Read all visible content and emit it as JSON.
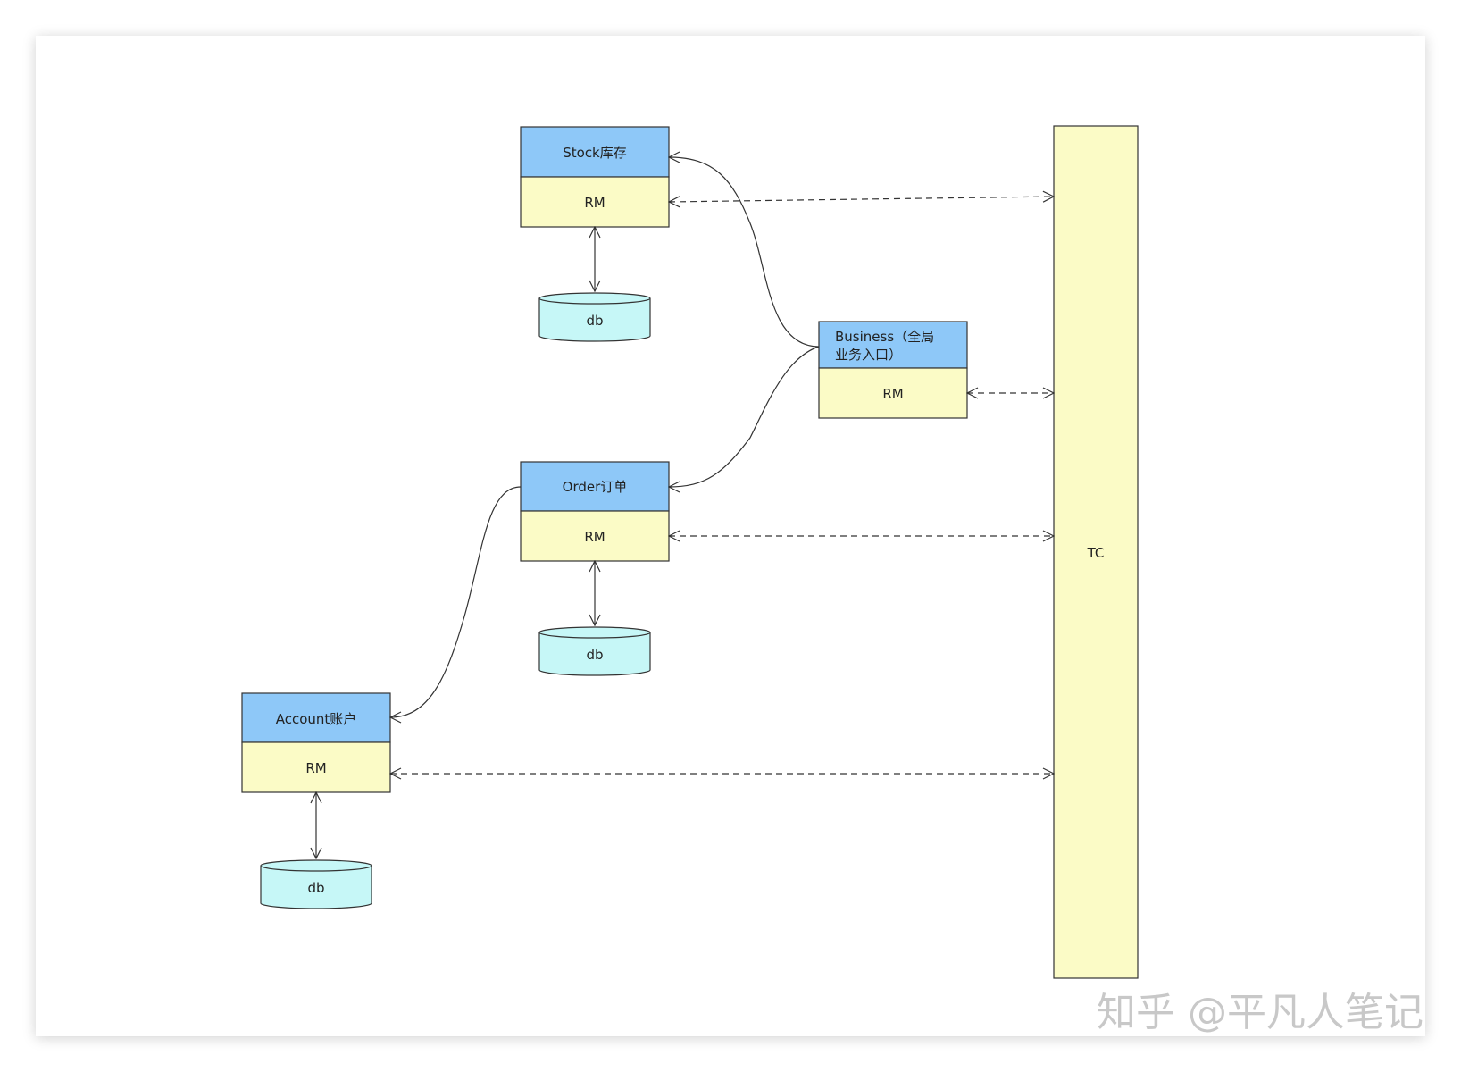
{
  "components": {
    "stock": {
      "title": "Stock库存",
      "rm": "RM"
    },
    "business": {
      "title_line1": "Business（全局",
      "title_line2": "业务入口）",
      "rm": "RM"
    },
    "order": {
      "title": "Order订单",
      "rm": "RM"
    },
    "account": {
      "title": "Account账户",
      "rm": "RM"
    }
  },
  "databases": {
    "stock_db": "db",
    "order_db": "db",
    "account_db": "db"
  },
  "tc": {
    "label": "TC"
  },
  "watermark": "知乎 @平凡人笔记",
  "colors": {
    "header": "#8ec8f8",
    "rm": "#fbfbc6",
    "tc": "#fbfbc6",
    "db": "#c6f7f7"
  }
}
